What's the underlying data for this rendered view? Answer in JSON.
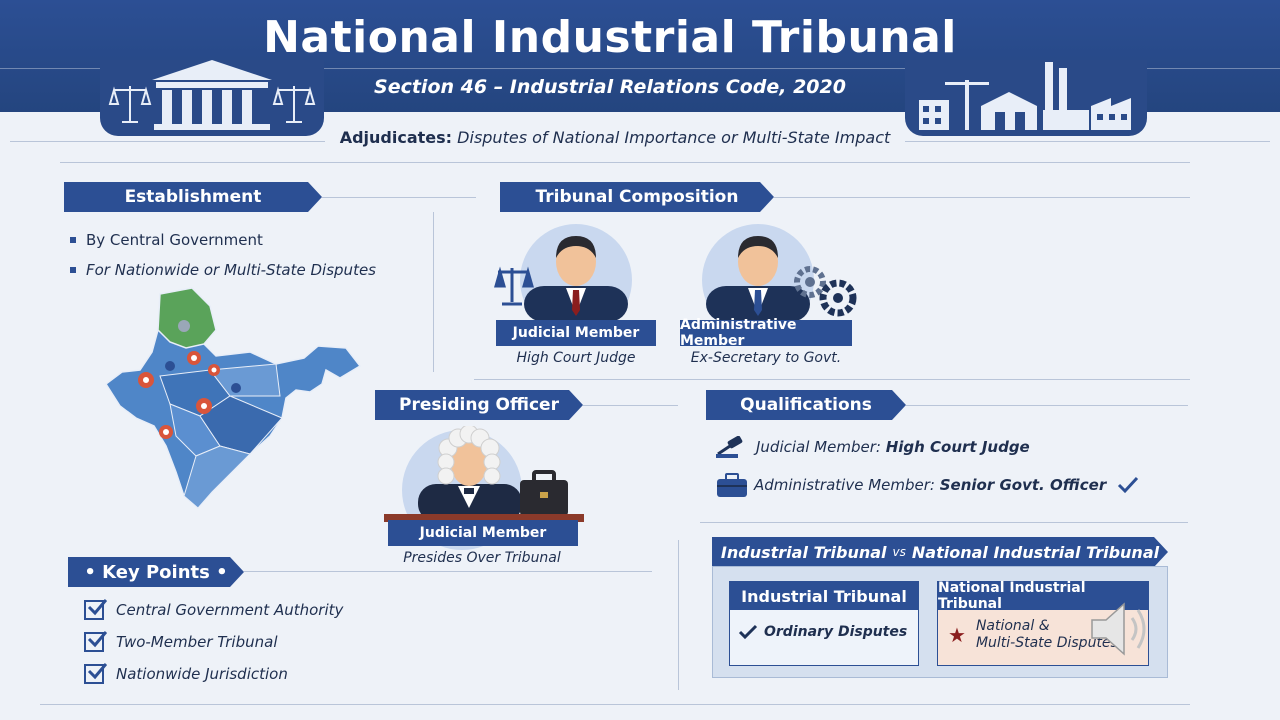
{
  "header": {
    "title": "National Industrial Tribunal",
    "subtitle": "Section 46 – Industrial Relations Code, 2020",
    "adjudicates_label": "Adjudicates:",
    "adjudicates_value": "Disputes of National Importance or Multi-State Impact"
  },
  "establishment": {
    "heading": "Establishment",
    "items": [
      "By Central Government",
      "For Nationwide or Multi-State Disputes"
    ]
  },
  "composition": {
    "heading": "Tribunal Composition",
    "members": [
      {
        "title": "Judicial Member",
        "subtitle": "High Court Judge"
      },
      {
        "title": "Administrative Member",
        "subtitle": "Ex-Secretary to Govt."
      }
    ]
  },
  "presiding": {
    "heading": "Presiding Officer",
    "title": "Judicial Member",
    "subtitle": "Presides Over Tribunal"
  },
  "qualifications": {
    "heading": "Qualifications",
    "items": [
      {
        "label": "Judicial Member:",
        "value": "High Court Judge"
      },
      {
        "label": "Administrative Member:",
        "value": "Senior Govt. Officer"
      }
    ]
  },
  "key_points": {
    "heading": "• Key Points •",
    "items": [
      "Central Government Authority",
      "Two-Member Tribunal",
      "Nationwide Jurisdiction"
    ]
  },
  "comparison": {
    "heading_left": "Industrial Tribunal",
    "heading_vs": "vs",
    "heading_right": "National Industrial Tribunal",
    "left_title": "Industrial Tribunal",
    "left_item": "Ordinary Disputes",
    "right_title": "National Industrial Tribunal",
    "right_item_line1": "National &",
    "right_item_line2": "Multi-State Disputes"
  },
  "colors": {
    "primary": "#2c4f94",
    "background": "#eef2f8",
    "accent_red": "#8b1e1e",
    "map_green": "#5aa35a"
  }
}
